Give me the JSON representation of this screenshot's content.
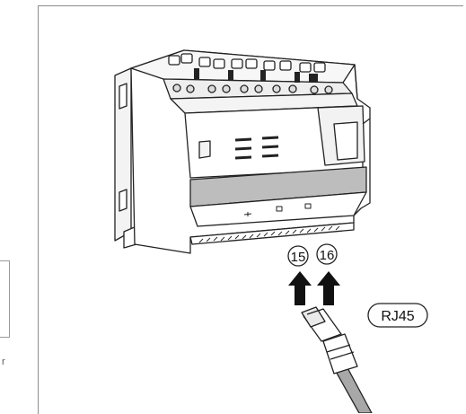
{
  "figure": {
    "callouts": [
      "15",
      "16"
    ],
    "connector_label": "RJ45"
  },
  "margin": {
    "stray_text": "r"
  }
}
